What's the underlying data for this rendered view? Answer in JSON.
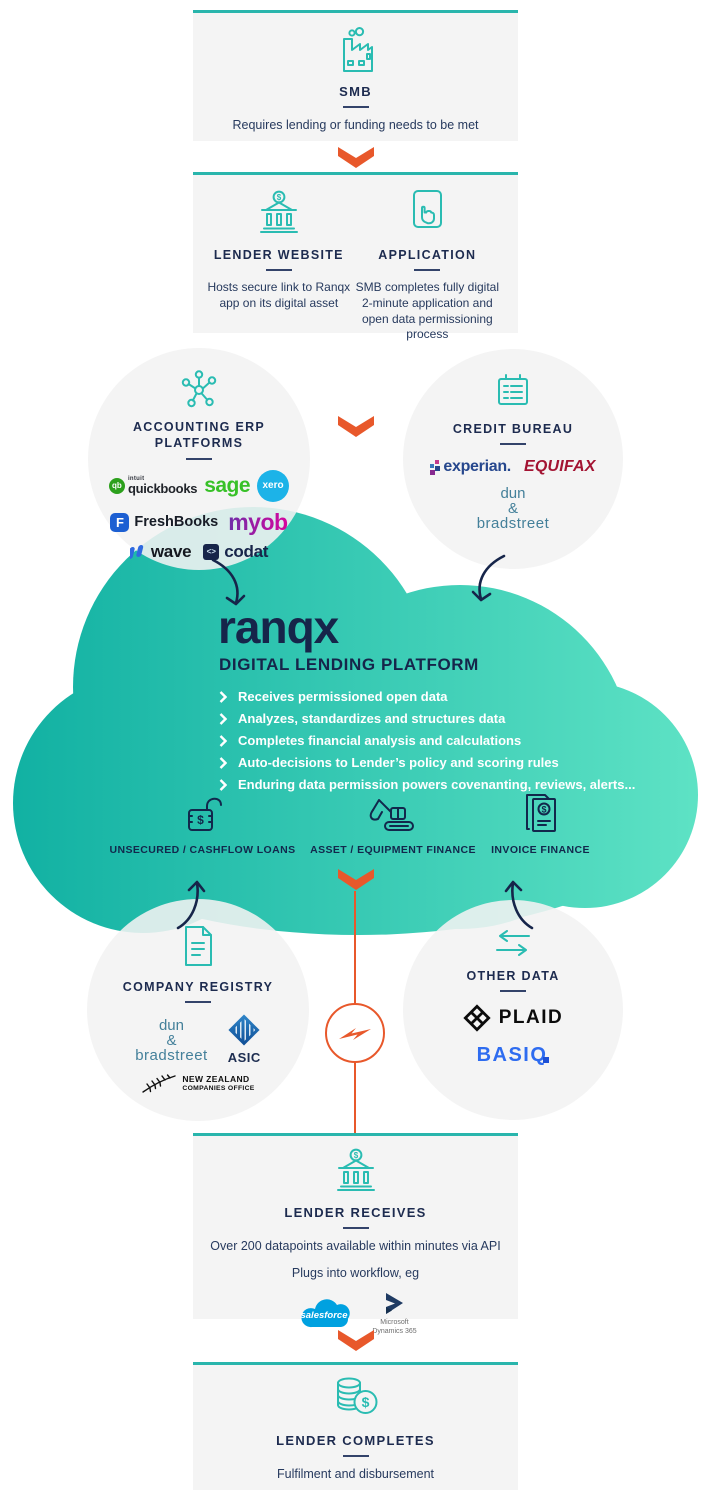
{
  "colors": {
    "teal_accent": "#29b5ac",
    "teal_icon": "#2abcb2",
    "orange": "#e8582b",
    "navy": "#1d2b4f",
    "box_bg": "#f4f4f4",
    "cloud_gradient_start": "#10b0a2",
    "cloud_gradient_end": "#5fe3c5"
  },
  "smb": {
    "title": "SMB",
    "desc": "Requires lending or funding needs to be met",
    "icon": "factory-icon"
  },
  "lender_website": {
    "title": "LENDER WEBSITE",
    "desc": "Hosts secure link to Ranqx app on its digital asset",
    "icon": "bank-icon"
  },
  "application": {
    "title": "APPLICATION",
    "desc": "SMB completes fully digital 2-minute application and open data permissioning process",
    "icon": "tablet-hand-icon"
  },
  "accounting_erp": {
    "title1": "ACCOUNTING ERP",
    "title2": "PLATFORMS",
    "icon": "network-nodes-icon"
  },
  "credit_bureau": {
    "title": "CREDIT BUREAU",
    "icon": "ledger-icon"
  },
  "platform": {
    "brand": "ranqx",
    "subtitle": "DIGITAL LENDING PLATFORM",
    "bullets": [
      "Receives permissioned open data",
      "Analyzes, standardizes and structures data",
      "Completes financial analysis and calculations",
      "Auto-decisions to Lender’s policy and scoring rules",
      "Enduring data permission powers covenanting, reviews, alerts..."
    ]
  },
  "products": [
    "UNSECURED / CASHFLOW LOANS",
    "ASSET / EQUIPMENT FINANCE",
    "INVOICE FINANCE"
  ],
  "company_registry": {
    "title": "COMPANY REGISTRY",
    "icon": "document-icon"
  },
  "other_data": {
    "title": "OTHER DATA",
    "icon": "transfer-arrows-icon"
  },
  "lender_receives": {
    "title": "LENDER RECEIVES",
    "line1": "Over 200 datapoints available within minutes via API",
    "line2": "Plugs into workflow, eg",
    "icon": "bank-icon"
  },
  "lender_completes": {
    "title": "LENDER COMPLETES",
    "desc": "Fulfilment and disbursement",
    "icon": "coins-icon"
  },
  "logos": {
    "intuit": "intuit",
    "qb": "qb",
    "quickbooks": "quickbooks",
    "sage": "sage",
    "xero": "xero",
    "freshbooks_f": "F",
    "freshbooks": "FreshBooks",
    "myob": "myob",
    "wave": "wave",
    "codat_glyph": "<>",
    "codat": "codat",
    "experian": "experian.",
    "equifax": "EQUIFAX",
    "dnb_dun": "dun",
    "dnb_amp": "&",
    "dnb_bradstreet": "bradstreet",
    "asic": "ASIC",
    "nz1": "NEW ZEALAND",
    "nz2": "COMPANIES OFFICE",
    "plaid": "PLAID",
    "basiq": "BASIQ",
    "salesforce": "salesforce",
    "ms1": "Microsoft",
    "ms2": "Dynamics 365"
  }
}
